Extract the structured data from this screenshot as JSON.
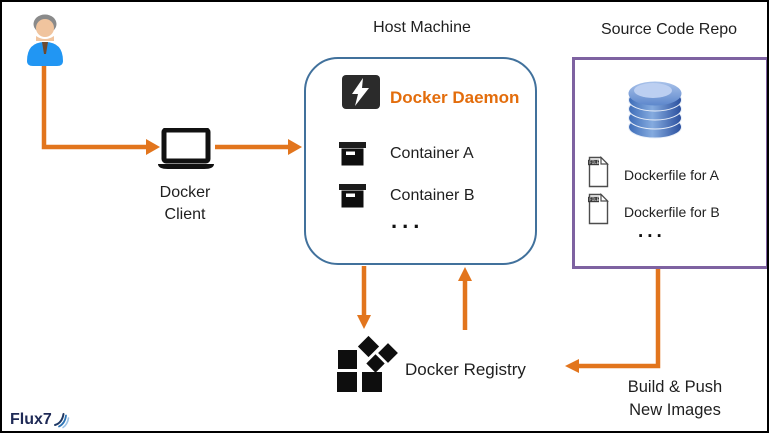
{
  "labels": {
    "docker_client": "Docker\nClient",
    "host_machine": "Host Machine",
    "docker_daemon": "Docker Daemon",
    "container_a": "Container A",
    "container_b": "Container B",
    "host_ellipsis": "...",
    "source_code_repo": "Source Code Repo",
    "dockerfile_a": "Dockerfile for A",
    "dockerfile_b": "Dockerfile for B",
    "repo_ellipsis": "...",
    "docker_registry": "Docker Registry",
    "build_push": "Build & Push\nNew Images",
    "logo": "Flux7",
    "file_icon_tag": "FILE"
  },
  "colors": {
    "arrow_orange": "#E2751D",
    "daemon_text_orange": "#E36D0C",
    "host_border_blue": "#41719C",
    "repo_border_purple": "#7E62A1",
    "person_shirt_blue": "#2196F3",
    "icon_black": "#151515",
    "database_blue": "#4a7cc7",
    "logo_navy": "#1F2A56"
  }
}
